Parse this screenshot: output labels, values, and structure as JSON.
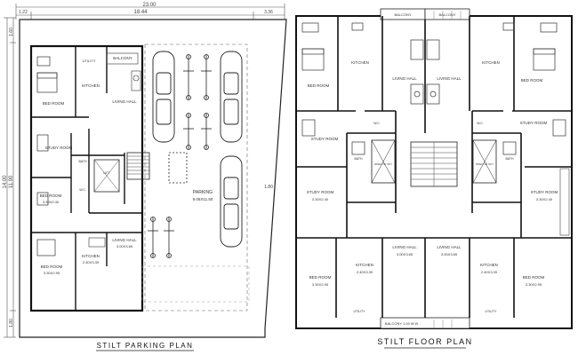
{
  "dims": {
    "total_width": "23.00",
    "left_margin": "1.22",
    "inner_width": "18.44",
    "right_margin": "3.36",
    "total_height": "14.00",
    "inner_height": "11.90",
    "top_margin": "1.60",
    "bottom_margin": "1.80",
    "right_side": "1.80"
  },
  "parking_plan": {
    "title": "STILT PARKING PLAN",
    "balcony": "BALCONY",
    "utility": "UTILITY",
    "bed_room_top": "BED ROOM",
    "kitchen_top": "KITCHEN",
    "living_hall_top": "LIVING HALL",
    "study_room": "STUDY ROOM",
    "bath": "BATH",
    "wc": "W.C.",
    "lift": "LIFT",
    "bed_room_mid": "BED ROOM",
    "bed_room_mid_size": "3.30X2.40",
    "living_hall": "LIVING HALL",
    "living_hall_size": "3.00X3.65",
    "kitchen": "KITCHEN",
    "kitchen_size": "2.40X3.39",
    "bed_room_bottom": "BED ROOM",
    "bed_room_bottom_size": "3.30X2.95",
    "parking": "PARKING",
    "parking_size": "9.05X11.50"
  },
  "floor_plan": {
    "title": "STILT FLOOR PLAN",
    "balcony_top": "BALCONY",
    "balcony_top_right": "BALCONY",
    "kitchen_left": "KITCHEN",
    "kitchen_right": "KITCHEN",
    "living_hall_left": "LIVING HALL",
    "living_hall_right": "LIVING HALL",
    "bed_room_left": "BED ROOM",
    "bed_room_right": "BED ROOM",
    "study_room_left_top": "STUDY ROOM",
    "study_room_right_top": "STUDY ROOM",
    "wc_left": "W.C.",
    "wc_right": "W.C.",
    "bath_left": "BATH",
    "bath_right": "BATH",
    "lift_left": "OPEN TO SKY",
    "lift_right": "OPEN TO SKY",
    "study_room_left": "STUDY ROOM",
    "study_room_left_size": "3.30X2.40",
    "study_room_right": "STUDY ROOM",
    "study_room_right_size": "3.30X2.40",
    "living_hall_bl": "LIVING HALL",
    "living_hall_bl_size": "3.00X3.65",
    "living_hall_br": "LIVING HALL",
    "living_hall_br_size": "3.00X3.65",
    "kitchen_bl": "KITCHEN",
    "kitchen_bl_size": "2.40X3.39",
    "kitchen_br": "KITCHEN",
    "kitchen_br_size": "2.40X3.39",
    "bed_room_bl": "BED ROOM",
    "bed_room_bl_size": "3.30X2.95",
    "bed_room_br": "BED ROOM",
    "bed_room_br_size": "3.30X2.95",
    "balcony_bottom": "BALCONY 1.00 M.W.",
    "utility_left": "UTILITY",
    "utility_right": "UTILITY"
  }
}
